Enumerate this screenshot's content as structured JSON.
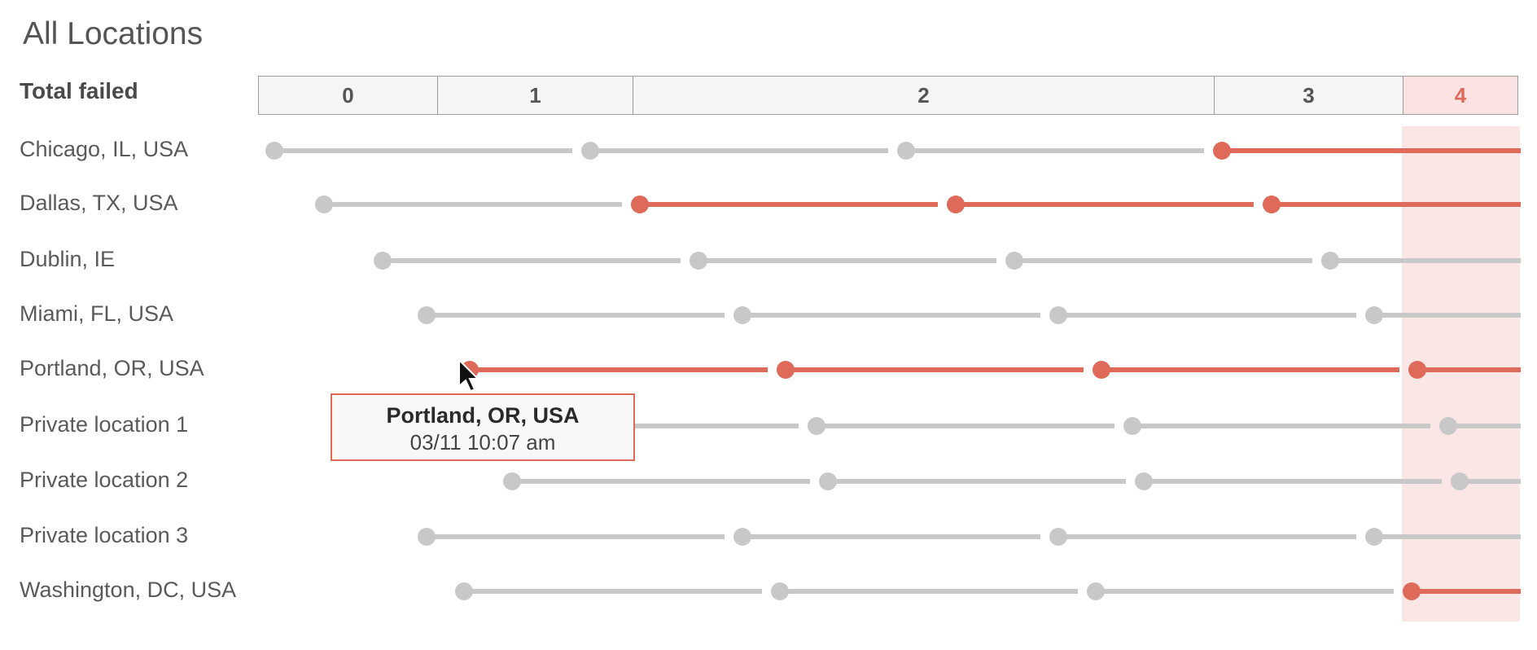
{
  "page": {
    "title": "All Locations"
  },
  "header": {
    "total_failed_label": "Total failed"
  },
  "buckets": [
    {
      "label": "0",
      "highlighted": false
    },
    {
      "label": "1",
      "highlighted": false
    },
    {
      "label": "2",
      "highlighted": false
    },
    {
      "label": "3",
      "highlighted": false
    },
    {
      "label": "4",
      "highlighted": true
    }
  ],
  "colors": {
    "fail": "#e06a5a",
    "ok": "#c8c8c8",
    "band": "#fbe3e3"
  },
  "locations": [
    {
      "name": "Chicago, IL, USA",
      "checks": [
        "ok",
        "ok",
        "ok",
        "fail"
      ]
    },
    {
      "name": "Dallas, TX, USA",
      "checks": [
        "ok",
        "fail",
        "fail",
        "fail"
      ]
    },
    {
      "name": "Dublin, IE",
      "checks": [
        "ok",
        "ok",
        "ok",
        "ok"
      ]
    },
    {
      "name": "Miami, FL, USA",
      "checks": [
        "ok",
        "ok",
        "ok",
        "ok"
      ]
    },
    {
      "name": "Portland, OR, USA",
      "checks": [
        "fail",
        "fail",
        "fail",
        "fail"
      ]
    },
    {
      "name": "Private location 1",
      "checks": [
        "ok",
        "ok",
        "ok",
        "ok"
      ]
    },
    {
      "name": "Private location 2",
      "checks": [
        "ok",
        "ok",
        "ok",
        "ok"
      ]
    },
    {
      "name": "Private location 3",
      "checks": [
        "ok",
        "ok",
        "ok",
        "ok"
      ]
    },
    {
      "name": "Washington, DC, USA",
      "checks": [
        "ok",
        "ok",
        "ok",
        "fail"
      ]
    }
  ],
  "tooltip": {
    "title": "Portland, OR, USA",
    "time": "03/11 10:07 am"
  }
}
